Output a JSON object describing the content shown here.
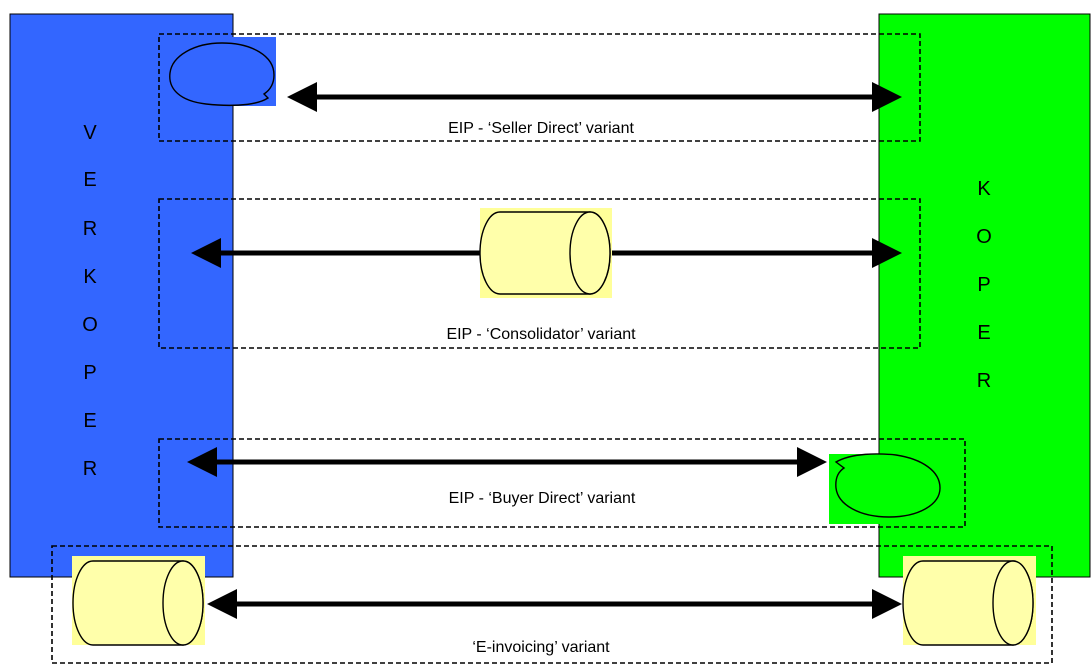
{
  "seller": {
    "label_letters": [
      "V",
      "E",
      "R",
      "K",
      "O",
      "P",
      "E",
      "R"
    ],
    "color": "#3366ff"
  },
  "buyer": {
    "label_letters": [
      "K",
      "O",
      "P",
      "E",
      "R"
    ],
    "color": "#00ff00"
  },
  "variants": [
    {
      "caption": "EIP - ‘Seller Direct’ variant"
    },
    {
      "caption": "EIP - ‘Consolidator’ variant"
    },
    {
      "caption": "EIP - ‘Buyer Direct’ variant"
    },
    {
      "caption": "‘E-invoicing’ variant"
    }
  ],
  "colors": {
    "cylinder_fill": "#ffffaa",
    "cylinder_highlight": "#ffff99",
    "arrow": "#000000"
  }
}
